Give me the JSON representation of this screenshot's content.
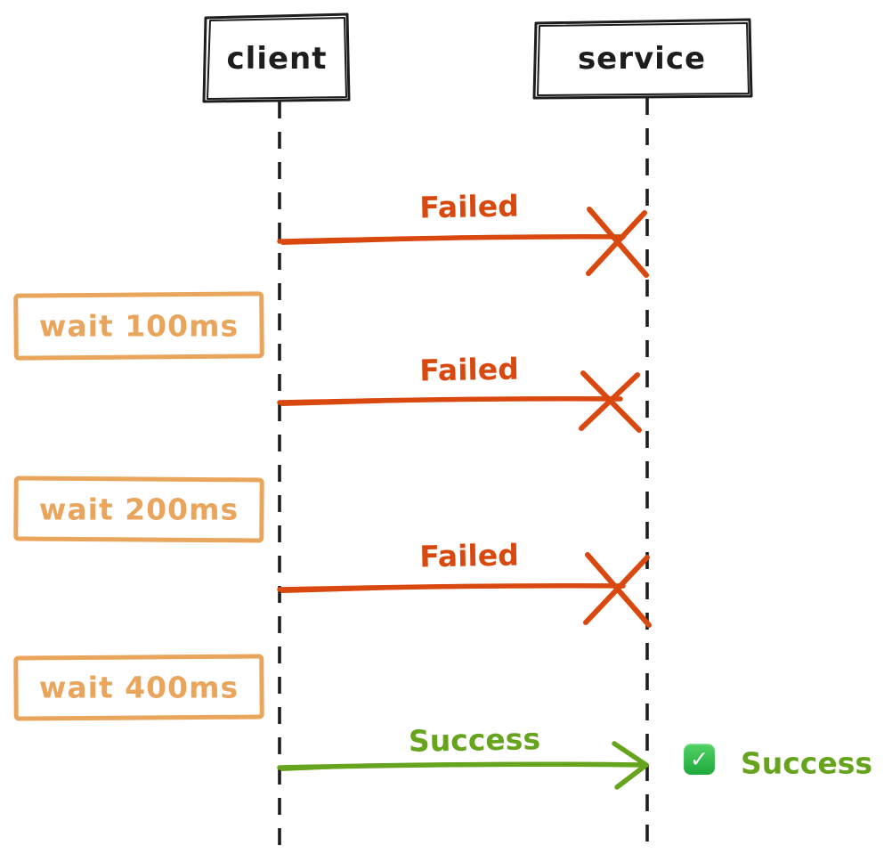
{
  "colors": {
    "ink": "#1d1d1d",
    "failed": "#d9480f",
    "wait": "#eaa55c",
    "success": "#67a41e",
    "check-bg": "#1fa83c",
    "check-bg-light": "#52d364"
  },
  "actors": [
    {
      "label": "client"
    },
    {
      "label": "service"
    }
  ],
  "attempts": [
    {
      "message": "Failed"
    },
    {
      "message": "Failed"
    },
    {
      "message": "Failed"
    }
  ],
  "waits": [
    {
      "label": "wait 100ms"
    },
    {
      "label": "wait 200ms"
    },
    {
      "label": "wait 400ms"
    }
  ],
  "final": {
    "message": "Success",
    "result_label": "Success",
    "check_icon_glyph": "✓"
  }
}
